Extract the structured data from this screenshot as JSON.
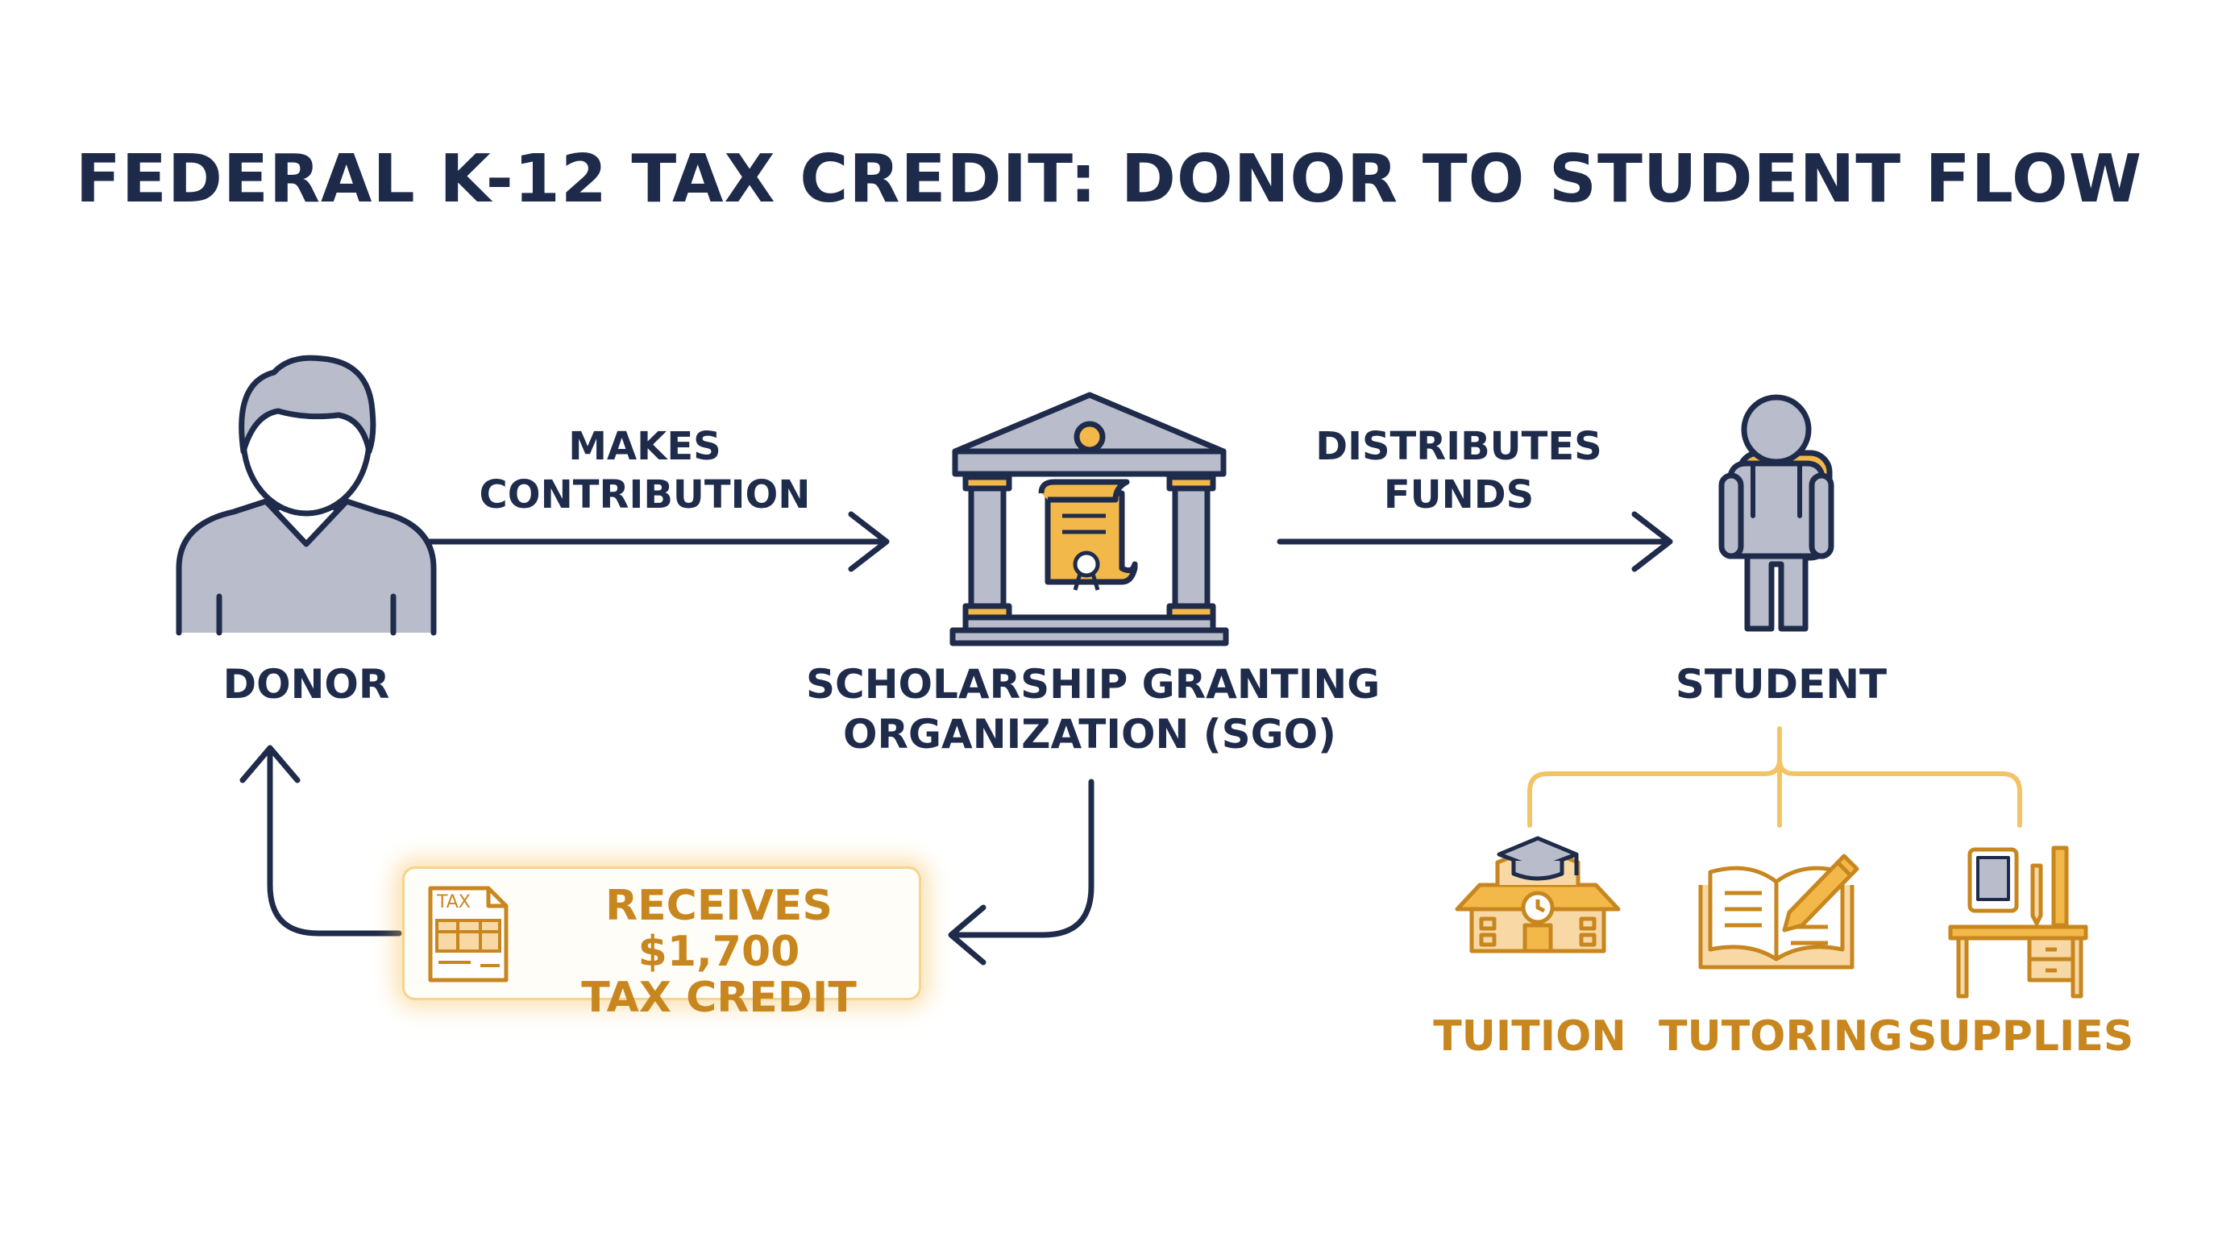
{
  "title": "FEDERAL K-12 TAX CREDIT: DONOR TO STUDENT FLOW",
  "colors": {
    "navy": "#1f2b4a",
    "gold": "#c8861f",
    "icon_fill": "#b9bccb",
    "accent_yellow": "#f3b84a"
  },
  "nodes": {
    "donor": {
      "label": "DONOR",
      "icon": "person-icon"
    },
    "sgo": {
      "label_line1": "SCHOLARSHIP GRANTING",
      "label_line2": "ORGANIZATION (SGO)",
      "icon": "bank-building-icon"
    },
    "student": {
      "label": "STUDENT",
      "icon": "student-backpack-icon"
    }
  },
  "arrows": {
    "contribution": {
      "line1": "MAKES",
      "line2": "CONTRIBUTION"
    },
    "distribution": {
      "line1": "DISTRIBUTES",
      "line2": "FUNDS"
    }
  },
  "credit": {
    "line1": "RECEIVES $1,700",
    "line2": "TAX CREDIT",
    "icon_text": "TAX",
    "icon": "tax-form-icon"
  },
  "uses": [
    {
      "label": "TUITION",
      "icon": "school-building-icon"
    },
    {
      "label": "TUTORING",
      "icon": "open-book-pencil-icon"
    },
    {
      "label": "SUPPLIES",
      "icon": "desk-tablet-icon"
    }
  ]
}
